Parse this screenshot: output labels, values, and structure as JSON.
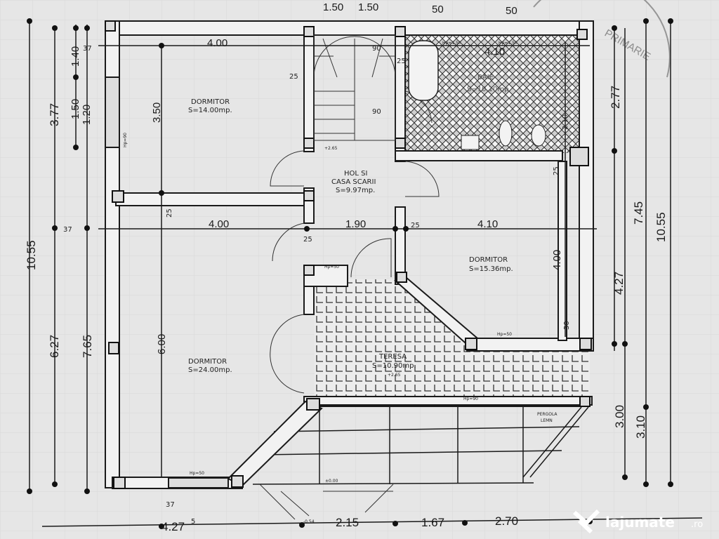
{
  "rooms": [
    {
      "name": "DORMITOR",
      "area": "S=14.00mp."
    },
    {
      "name": "HOL SI",
      "name2": "CASA SCARII",
      "area": "S=9.97mp."
    },
    {
      "name": "BAIE",
      "area": "S=10.10mp."
    },
    {
      "name": "DORMITOR",
      "area": "S=15.36mp."
    },
    {
      "name": "DORMITOR",
      "area": "S=24.00mp."
    },
    {
      "name": "TERESA",
      "area": "S=10.90mp.",
      "level": "+2.65"
    }
  ],
  "pergola": {
    "line1": "PERGOLA",
    "line2": "LEMN"
  },
  "levels": {
    "stair": "+2.65",
    "ground": "±0.00",
    "outside": "-0.54"
  },
  "window_notes": {
    "hp50": "Hp=50",
    "hp90": "Hp=90",
    "hp150": "Hp=1.50"
  },
  "dimensions": {
    "top": [
      "1.50",
      "1.50",
      "50",
      "50"
    ],
    "interior_top": [
      "4.00",
      "4.10",
      "90",
      "90",
      "37",
      "25",
      "25"
    ],
    "interior_mid": [
      "4.00",
      "1.90",
      "4.10",
      "37",
      "25",
      "25",
      "30"
    ],
    "interior_vertical": [
      "3.50",
      "6.00",
      "4.00",
      "2.10",
      "25",
      "25"
    ],
    "left": [
      "10.55",
      "3.77",
      "6.27",
      "7.65",
      "1.40",
      "1.50",
      "1.20",
      "37"
    ],
    "right": [
      "2.77",
      "4.27",
      "7.45",
      "10.55",
      "3.00",
      "3.10"
    ],
    "bottom": [
      "4.27",
      "2.15",
      "1.67",
      "2.70"
    ],
    "superscript": "5"
  },
  "watermark": {
    "brand": "lajumate",
    "suffix": ".ro"
  },
  "stamp": "PRIMARIE"
}
